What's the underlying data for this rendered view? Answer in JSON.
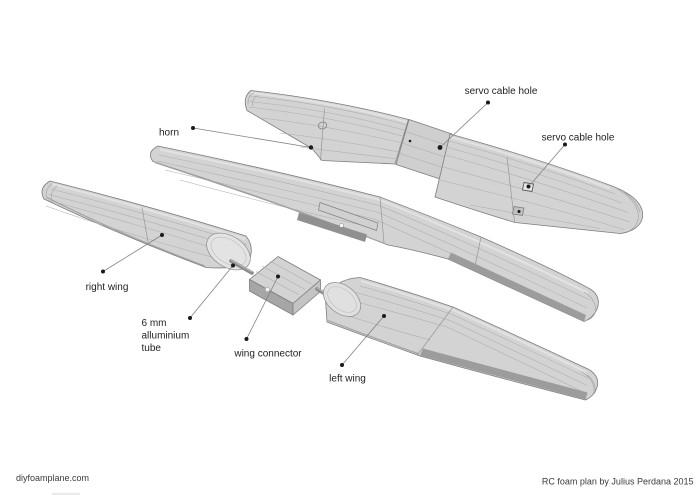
{
  "diagram": {
    "labels": {
      "horn": "horn",
      "servo_cable_hole": "servo cable hole",
      "right_wing": "right wing",
      "tube_line1": "6 mm",
      "tube_line2": "alluminium",
      "tube_line3": "tube",
      "wing_connector": "wing connector",
      "left_wing": "left wing"
    },
    "footer": {
      "website": "diyfoamplane.com",
      "credit": "RC foam plan by Julius Perdana 2015"
    },
    "colors": {
      "background": "#ffffff",
      "part_fill": "#d3d3d3",
      "part_outline": "#7d7d7d",
      "slot_shadow": "#909090",
      "label_text": "#222222",
      "leader_line": "#828282"
    }
  }
}
